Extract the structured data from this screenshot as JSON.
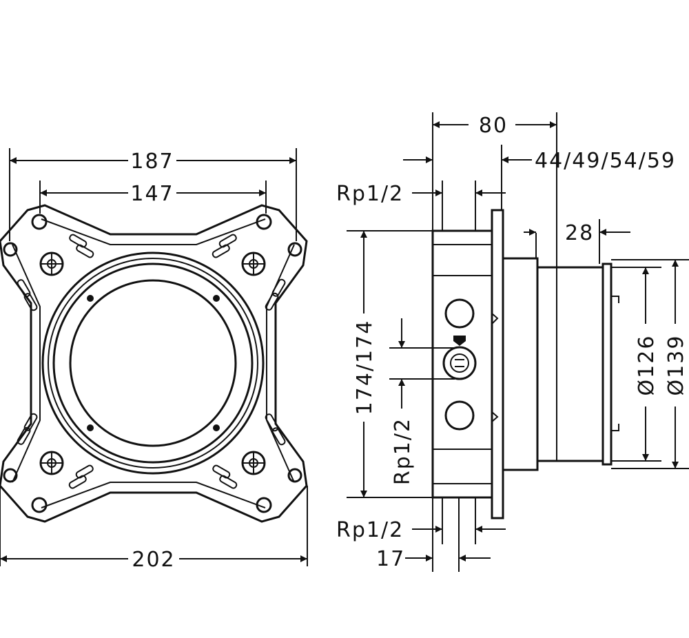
{
  "front_view": {
    "dimensions": {
      "overall_width": "202",
      "hole_span_outer": "187",
      "hole_span_inner": "147"
    }
  },
  "side_view": {
    "dimensions": {
      "depth": "80",
      "projection_options": "44/49/54/59",
      "spigot_length": "28",
      "height": "174/174",
      "inner_diameter": "Ø126",
      "outer_diameter": "Ø139",
      "flange_offset": "17"
    },
    "connections": {
      "top_inlet": "Rp1/2",
      "bottom_inlet": "Rp1/2",
      "side_outlet": "Rp1/2"
    }
  },
  "colors": {
    "line": "#111111",
    "background": "#ffffff"
  }
}
